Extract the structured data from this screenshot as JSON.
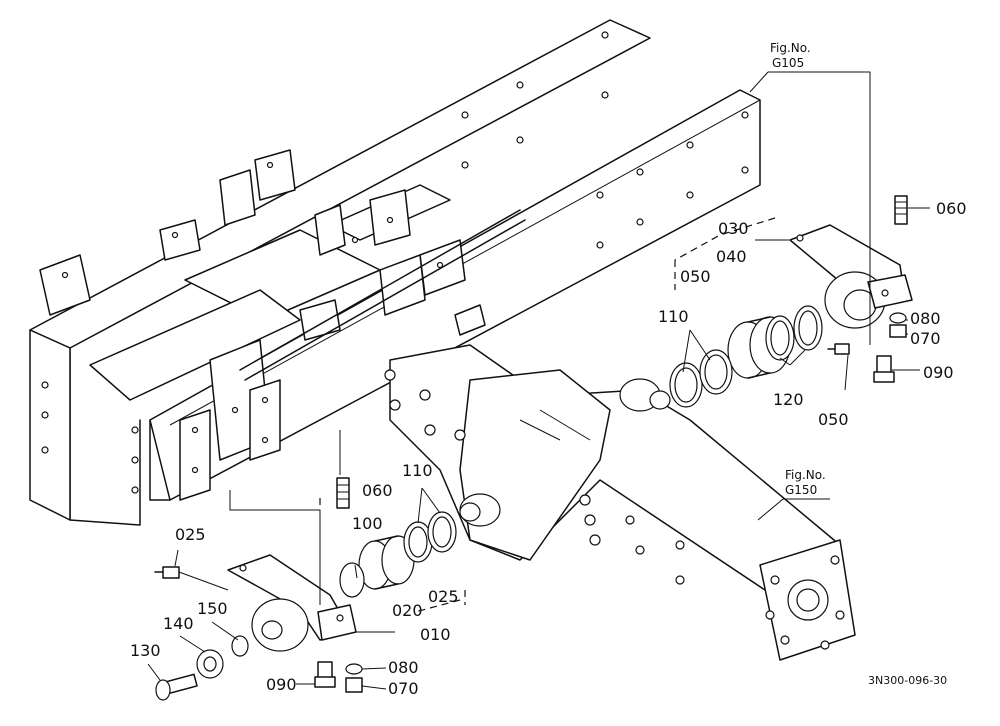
{
  "figure_refs": [
    {
      "line1": "Fig.No.",
      "line2": "G105"
    },
    {
      "line1": "Fig.No.",
      "line2": "G150"
    }
  ],
  "callouts": {
    "c060_top": "060",
    "c030": "030",
    "c050_top": "050",
    "c040": "040",
    "c110_top": "110",
    "c080_top": "080",
    "c070_top": "070",
    "c090_top": "090",
    "c120": "120",
    "c050_mid": "050",
    "c060_bot": "060",
    "c110_bot": "110",
    "c100": "100",
    "c025_left": "025",
    "c025_right": "025",
    "c020": "020",
    "c010": "010",
    "c150": "150",
    "c140": "140",
    "c130": "130",
    "c080_bot": "080",
    "c090_bot": "090",
    "c070_bot": "070"
  },
  "drawing_code": "3N300-096-30"
}
